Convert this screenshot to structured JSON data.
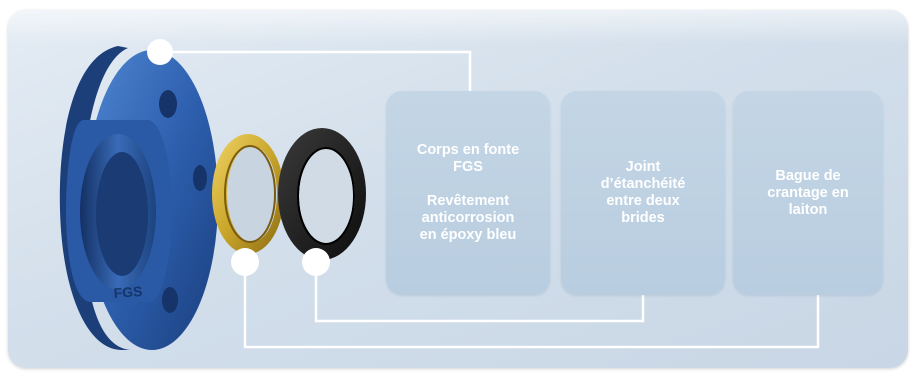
{
  "boxes": {
    "corps": {
      "line1": "Corps en fonte",
      "line2": "FGS",
      "line3": "Revêtement",
      "line4": "anticorrosion",
      "line5": "en époxy bleu"
    },
    "joint": {
      "line1": "Joint",
      "line2": "d’étanchéité",
      "line3": "entre deux",
      "line4": "brides"
    },
    "bague": {
      "line1": "Bague de",
      "line2": "crantage en",
      "line3": "laiton"
    }
  },
  "product_logo_text": "FGS",
  "colors": {
    "flange_blue": "#2d5fae",
    "brass_ring": "#c9a52a",
    "rubber_ring": "#1b1b1b",
    "callout_box": "#bcd0e2",
    "connector_line": "#ffffff"
  }
}
